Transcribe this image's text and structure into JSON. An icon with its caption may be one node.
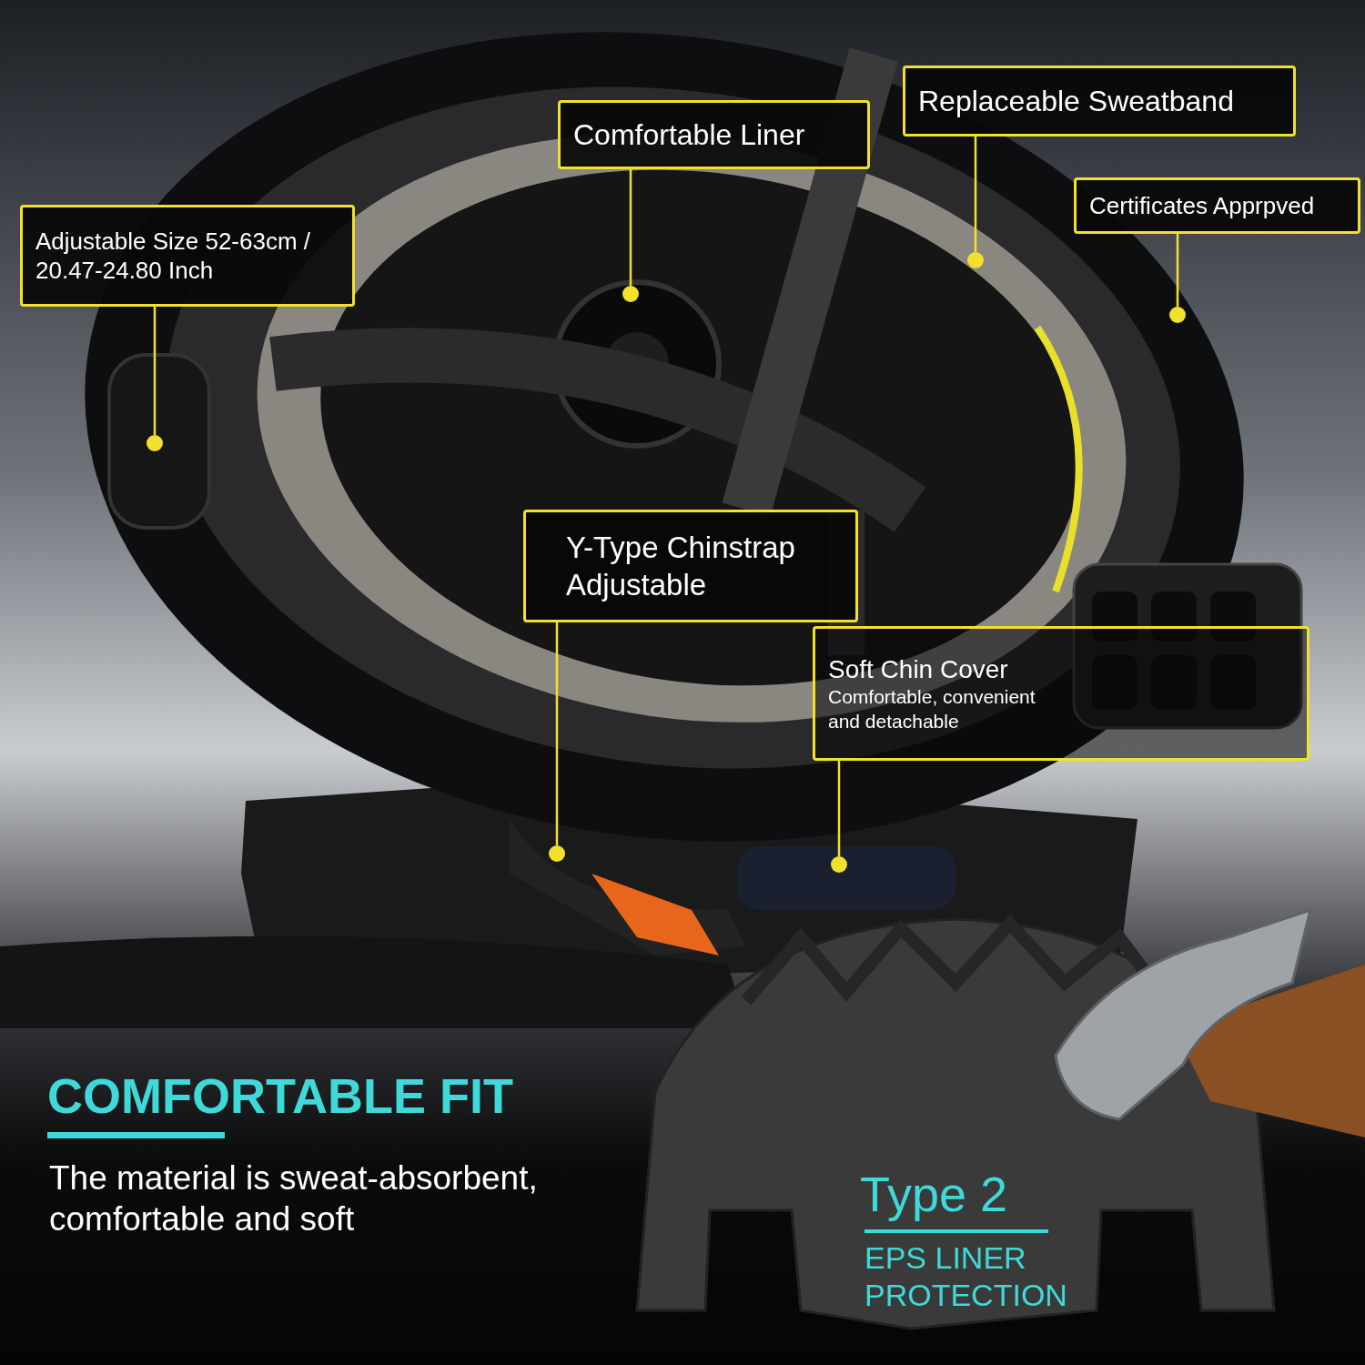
{
  "diagram": {
    "nodes": [
      {
        "text": [
          "Adjustable Size 52-63cm / 20.47-24.80 Inch"
        ]
      },
      {
        "text": [
          "Comfortable Liner"
        ]
      },
      {
        "text": [
          "Replaceable Sweatband"
        ]
      },
      {
        "text": [
          "Certificates Apprpved"
        ]
      },
      {
        "text": [
          "Y-Type Chinstrap Adjustable"
        ]
      },
      {
        "text": [
          "Soft Chin Cover",
          "Comfortable, convenient and detachable"
        ]
      },
      {
        "text": [],
        "shape": "circle"
      },
      {
        "text": [],
        "shape": "circle"
      },
      {
        "text": [],
        "shape": "circle"
      },
      {
        "text": [],
        "shape": "circle"
      },
      {
        "text": [],
        "shape": "circle"
      },
      {
        "text": [],
        "shape": "circle"
      }
    ],
    "edges": [
      {
        "from": 0,
        "to": 6,
        "arrow": "none"
      },
      {
        "from": 1,
        "to": 7,
        "arrow": "none"
      },
      {
        "from": 2,
        "to": 8,
        "arrow": "none"
      },
      {
        "from": 3,
        "to": 9,
        "arrow": "none"
      },
      {
        "from": 4,
        "to": 10,
        "arrow": "none"
      },
      {
        "from": 5,
        "to": 11,
        "arrow": "none"
      }
    ],
    "labels": [
      "COMFORTABLE FIT",
      "The material is sweat-absorbent, comfortable and soft",
      "Type 2",
      "EPS LINER PROTECTION"
    ]
  }
}
